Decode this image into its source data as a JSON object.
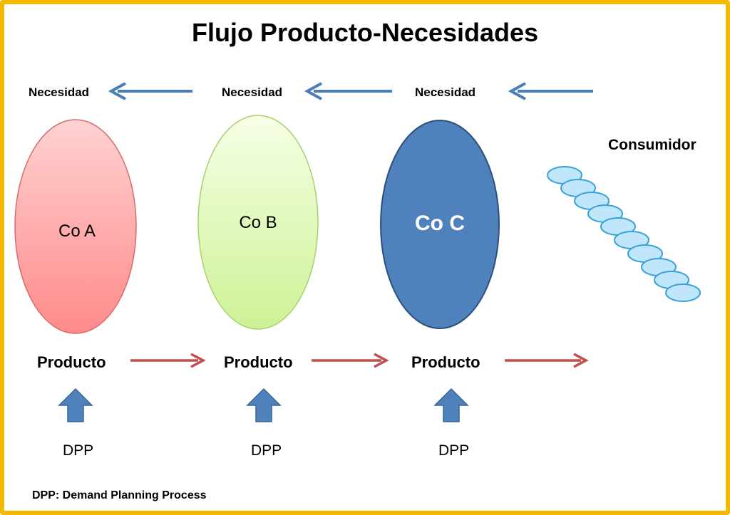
{
  "title": "Flujo Producto-Necesidades",
  "needs": [
    "Necesidad",
    "Necesidad",
    "Necesidad"
  ],
  "companies": [
    {
      "label": "Co A",
      "fill_top": "#ffc8c8",
      "fill_bottom": "#ff8c8c",
      "stroke": "#d86060"
    },
    {
      "label": "Co B",
      "fill_top": "#f4ffe0",
      "fill_bottom": "#d2f59a",
      "stroke": "#a6cf6a"
    },
    {
      "label": "Co C",
      "fill_top": "#4f81bd",
      "fill_bottom": "#4f81bd",
      "stroke": "#2c4f7c"
    }
  ],
  "products": [
    "Producto",
    "Producto",
    "Producto"
  ],
  "dpp": [
    "DPP",
    "DPP",
    "DPP"
  ],
  "consumer": "Consumidor",
  "footnote": "DPP: Demand Planning Process",
  "colors": {
    "border": "#f5b800",
    "need_arrow": "#4a7ebb",
    "product_arrow": "#c0504d",
    "dpp_arrow": "#4f81bd",
    "consumer_fill": "#bfe6fb",
    "consumer_stroke": "#3aa2d6"
  },
  "icons": {
    "need_arrow": "arrow-left-icon",
    "product_arrow": "arrow-right-icon",
    "dpp_arrow": "block-arrow-up-icon",
    "consumer": "consumer-chain-icon"
  }
}
